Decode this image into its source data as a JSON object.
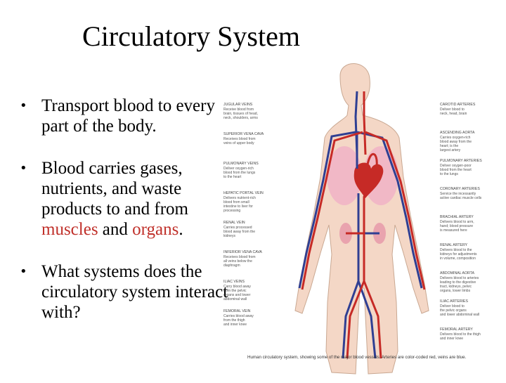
{
  "slide": {
    "title": "Circulatory System",
    "bullets": [
      {
        "segments": [
          "Transport blood to every part of the body."
        ]
      },
      {
        "segments": [
          "Blood carries gases, nutrients, and waste products to and from ",
          "muscles",
          " and ",
          "organs",
          "."
        ]
      },
      {
        "segments": [
          "What systems does the circulatory system interact with?"
        ]
      }
    ],
    "bullet_symbol": "•",
    "highlight_color": "#c0302a"
  },
  "figure": {
    "left_labels": [
      {
        "title": "JUGULAR VEINS",
        "lines": [
          "Receive blood from",
          "brain, tissues of head,",
          "neck, shoulders, arms"
        ]
      },
      {
        "title": "SUPERIOR VENA CAVA",
        "lines": [
          "Receives blood from",
          "veins of upper body"
        ]
      },
      {
        "title": "PULMONARY VEINS",
        "lines": [
          "Deliver oxygen-rich",
          "blood from the lungs",
          "to the heart"
        ]
      },
      {
        "title": "HEPATIC PORTAL VEIN",
        "lines": [
          "Delivers nutrient-rich",
          "blood from small",
          "intestine to liver for",
          "processing"
        ]
      },
      {
        "title": "RENAL VEIN",
        "lines": [
          "Carries processed",
          "blood away from the",
          "kidneys"
        ]
      },
      {
        "title": "INFERIOR VENA CAVA",
        "lines": [
          "Receives blood from",
          "all veins below the",
          "diaphragm"
        ]
      },
      {
        "title": "ILIAC VEINS",
        "lines": [
          "Carry blood away",
          "from the pelvic",
          "organs and lower",
          "abdominal wall"
        ]
      },
      {
        "title": "FEMORAL VEIN",
        "lines": [
          "Carries blood away",
          "from the thigh",
          "and inner knee"
        ]
      }
    ],
    "right_labels": [
      {
        "title": "CAROTID ARTERIES",
        "lines": [
          "Deliver blood to",
          "neck, head, brain"
        ]
      },
      {
        "title": "ASCENDING AORTA",
        "lines": [
          "Carries oxygen-rich",
          "blood away from the",
          "heart; is the",
          "largest artery"
        ]
      },
      {
        "title": "PULMONARY ARTERIES",
        "lines": [
          "Deliver oxygen-poor",
          "blood from the heart",
          "to the lungs"
        ]
      },
      {
        "title": "CORONARY ARTERIES",
        "lines": [
          "Service the incessantly",
          "active cardiac muscle cells"
        ]
      },
      {
        "title": "BRACHIAL ARTERY",
        "lines": [
          "Delivers blood to arm,",
          "hand; blood pressure",
          "is measured here"
        ]
      },
      {
        "title": "RENAL ARTERY",
        "lines": [
          "Delivers blood to the",
          "kidneys for adjustments",
          "in volume, composition"
        ]
      },
      {
        "title": "ABDOMINAL AORTA",
        "lines": [
          "Delivers blood to arteries",
          "leading to the digestive",
          "tract, kidneys, pelvic",
          "organs, lower limbs"
        ]
      },
      {
        "title": "ILIAC ARTERIES",
        "lines": [
          "Deliver blood to",
          "the pelvic organs",
          "and lower abdominal wall"
        ]
      },
      {
        "title": "FEMORAL ARTERY",
        "lines": [
          "Delivers blood to the thigh",
          "and inner knee"
        ]
      }
    ],
    "caption": "Human circulatory system, showing some of the major blood vessels. Arteries are color-coded red, veins are blue.",
    "colors": {
      "artery": "#c62a26",
      "vein": "#2f3f93",
      "skin": "#f4d7c6",
      "lung": "#f1b8c6",
      "organ": "#e9a3ae"
    }
  }
}
